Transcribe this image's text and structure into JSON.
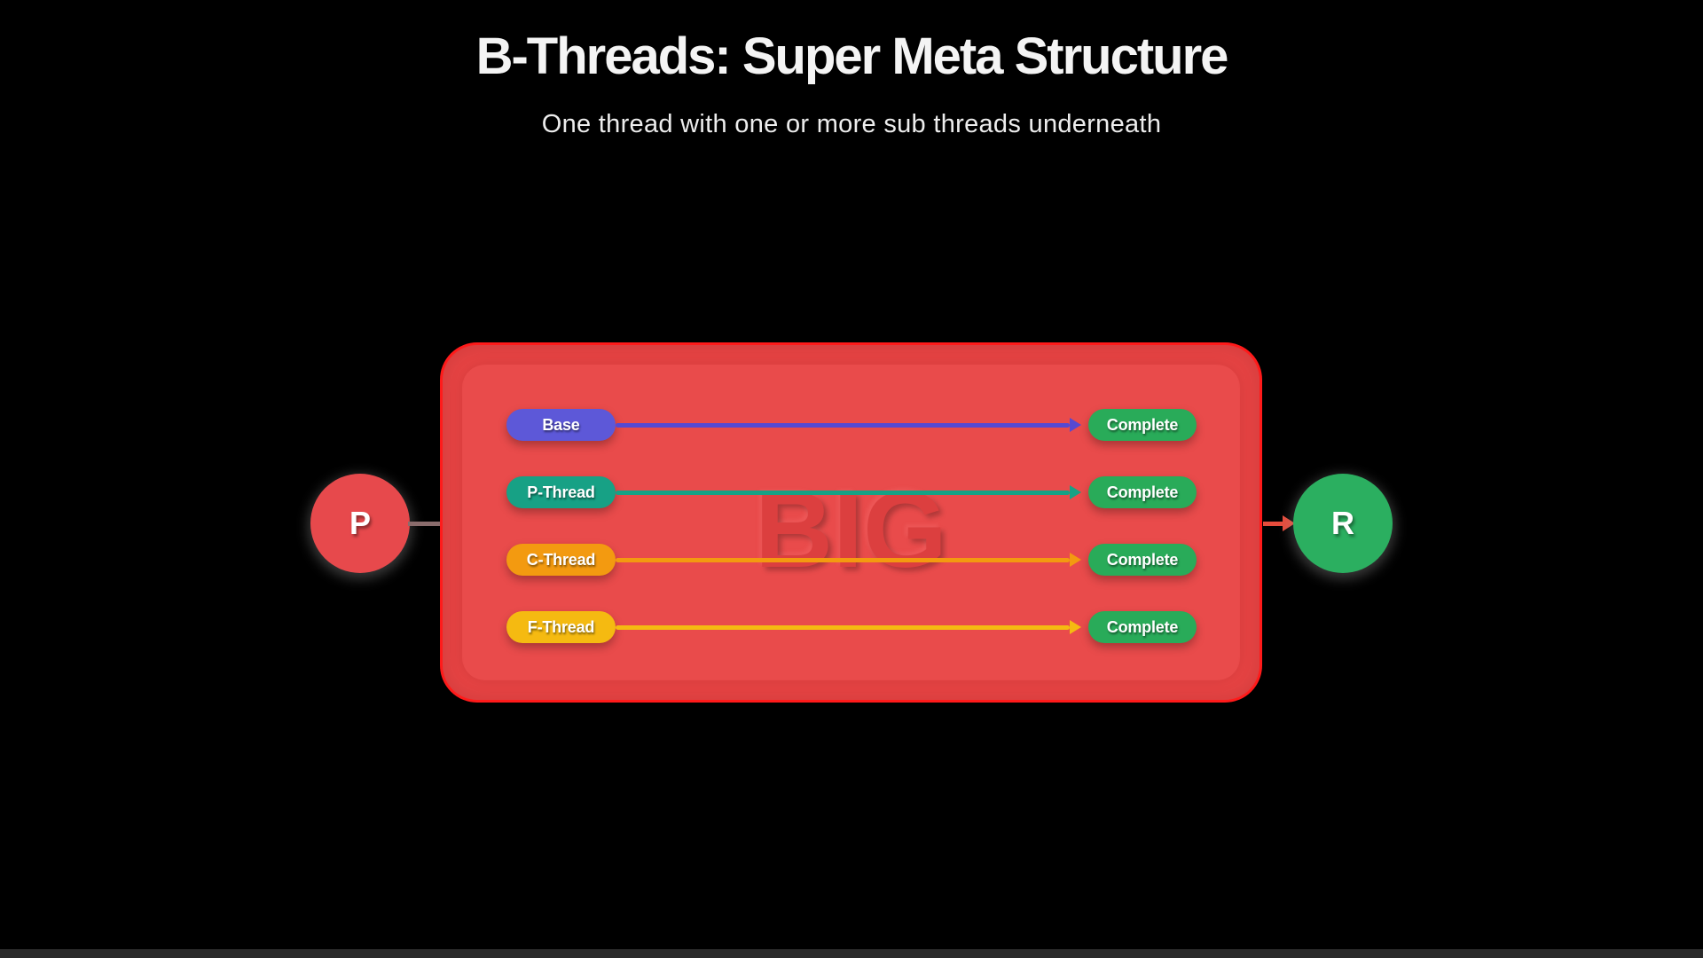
{
  "header": {
    "title": "B-Threads: Super Meta Structure",
    "subtitle": "One thread with one or more sub threads underneath"
  },
  "diagram": {
    "watermark": "BIG",
    "box": {
      "fill": "#e94444",
      "border": "#ff1a1a"
    },
    "start_node": {
      "label": "P",
      "color": "#e7494c"
    },
    "end_node": {
      "label": "R",
      "color": "#2baf60"
    },
    "connectors": {
      "left_color": "#8a6c6c",
      "right_color": "#e74c3c"
    },
    "threads": [
      {
        "name": "Base",
        "pill_color": "#5d58d8",
        "line_color": "#5649d2",
        "status": "Complete",
        "status_color": "#29ab59"
      },
      {
        "name": "P-Thread",
        "pill_color": "#17a185",
        "line_color": "#17a185",
        "status": "Complete",
        "status_color": "#29ab59"
      },
      {
        "name": "C-Thread",
        "pill_color": "#f39a10",
        "line_color": "#f39a10",
        "status": "Complete",
        "status_color": "#29ab59"
      },
      {
        "name": "F-Thread",
        "pill_color": "#f5ba11",
        "line_color": "#f5ba11",
        "status": "Complete",
        "status_color": "#29ab59"
      }
    ]
  }
}
